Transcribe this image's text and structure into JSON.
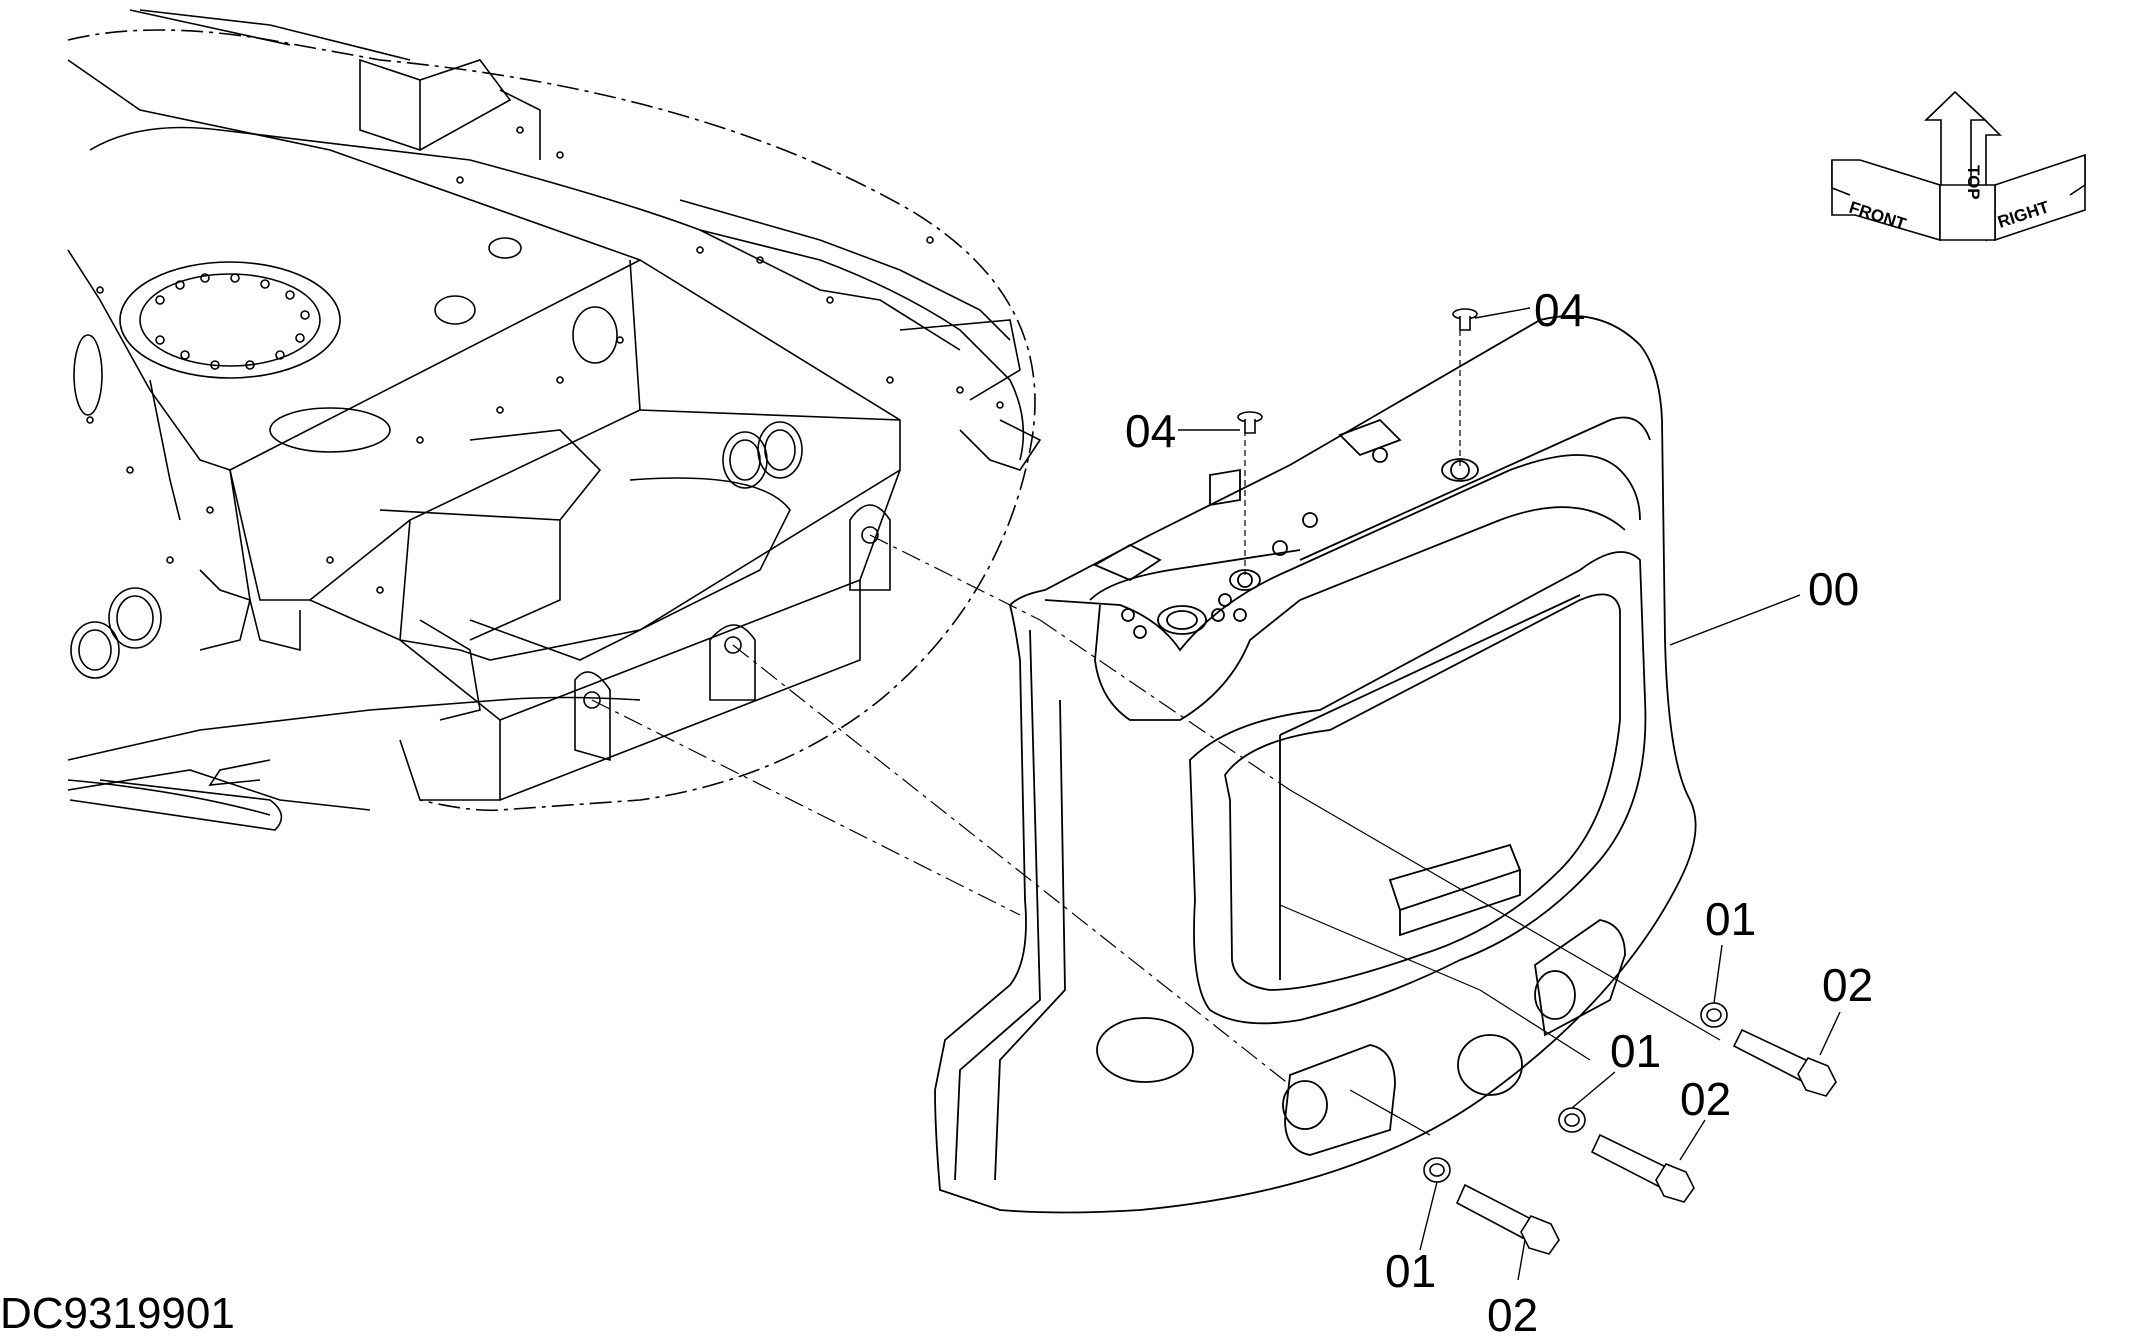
{
  "document_id": "DC9319901",
  "orientation_indicator": {
    "front": "FRONT",
    "top": "TOP",
    "right": "RIGHT"
  },
  "callouts": {
    "washer_right": "01",
    "washer_middle": "01",
    "washer_left": "01",
    "bolt_right": "02",
    "bolt_middle": "02",
    "bolt_left": "02",
    "counterweight": "00",
    "plug_left": "04",
    "plug_right": "04"
  }
}
